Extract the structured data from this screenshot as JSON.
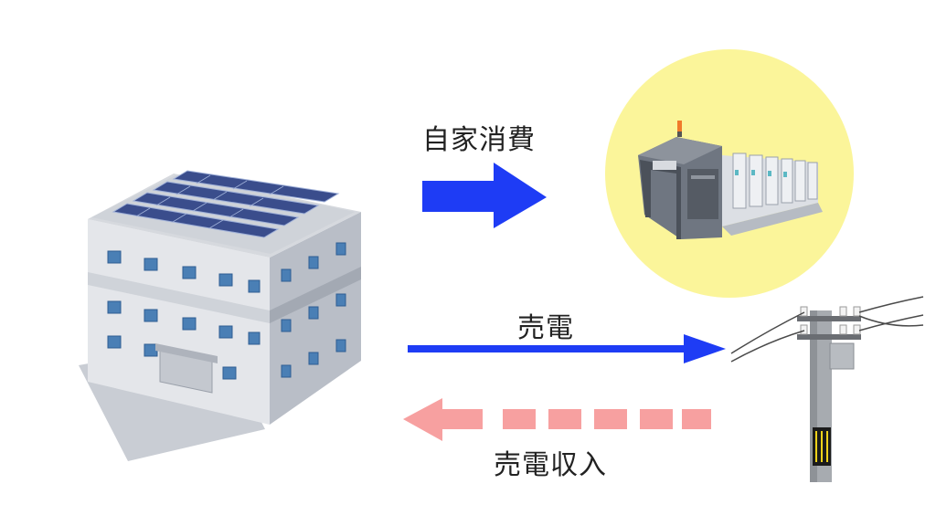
{
  "labels": {
    "self_consumption": "自家消費",
    "sell_power": "売電",
    "sell_income": "売電収入"
  },
  "icons": {
    "building": "factory-building-with-solar-panels-icon",
    "machine": "printing-press-machine-icon",
    "pole": "utility-pole-icon"
  },
  "colors": {
    "self_arrow": "#1e3cf5",
    "sell_arrow": "#1e3cf5",
    "income_arrow": "#f7a0a0",
    "machine_bg": "#fbf59a"
  }
}
